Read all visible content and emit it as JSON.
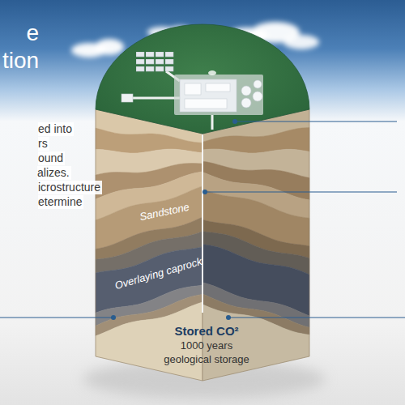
{
  "diagram": {
    "title": "e tion",
    "labels": [
      "ed into",
      "rs",
      "ound",
      "alizes.",
      "icrostructure",
      "etermine",
      "Sandstone",
      "Overlaying caprock",
      "Stored CO²",
      "1000 years",
      "geological storage"
    ]
  }
}
